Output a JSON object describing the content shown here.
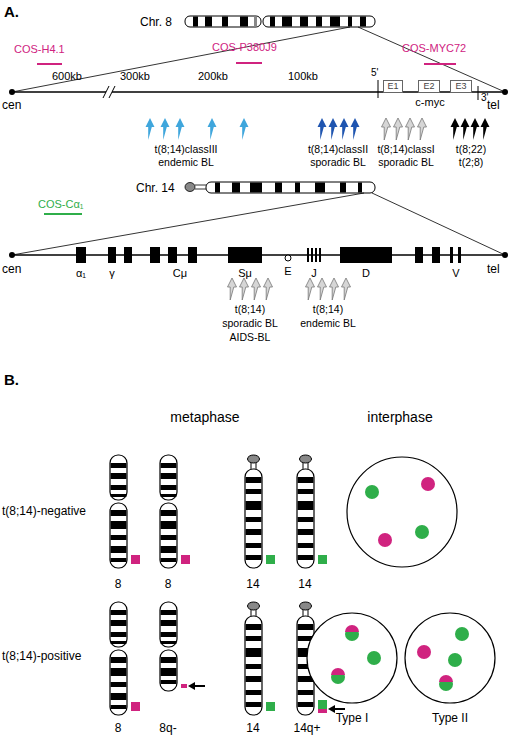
{
  "diagram": {
    "nodes": [
      {
        "text": [
          "E1"
        ]
      },
      {
        "text": [
          "E2"
        ]
      },
      {
        "text": [
          "E3"
        ]
      },
      {
        "text": [
          "Type I"
        ]
      },
      {
        "text": [
          "Type II"
        ]
      }
    ],
    "labels": [
      "A.",
      "Chr. 8",
      "COS-H4.1",
      "COS-P380J9",
      "COS-MYC72",
      "cen",
      "600kb",
      "300kb",
      "200kb",
      "100kb",
      "5'",
      "c-myc",
      "3'",
      "tel",
      "t(8;14)classIII",
      "endemic BL",
      "t(8;14)classII",
      "sporadic BL",
      "t(8;14)classI",
      "sporadic BL",
      "t(8;22)",
      "t(2;8)",
      "Chr. 14",
      "COS-Cα₁",
      "cen",
      "α₁",
      "γ",
      "Cμ",
      "Sμ",
      "E",
      "J",
      "D",
      "V",
      "tel",
      "t(8;14)",
      "sporadic BL",
      "AIDS-BL",
      "t(8;14)",
      "endemic BL",
      "B.",
      "metaphase",
      "interphase",
      "t(8;14)-negative",
      "8",
      "8",
      "14",
      "14",
      "t(8;14)-positive",
      "8",
      "8q-",
      "14",
      "14q+"
    ]
  }
}
